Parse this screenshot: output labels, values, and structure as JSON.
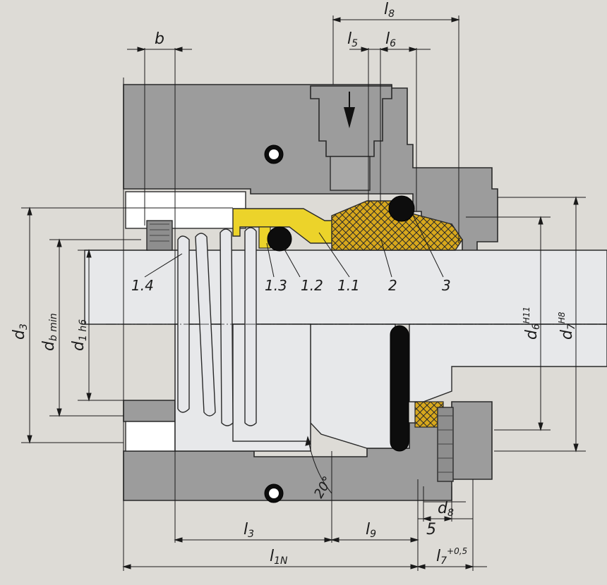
{
  "colors": {
    "background": "#dddbd6",
    "housing": "#9c9c9c",
    "seal_face": "#ecd32a",
    "o_ring": "#0d0d0d",
    "shaft": "#e7e8ea"
  },
  "labels": {
    "b": "b",
    "l8": "l",
    "l8_sub": "8",
    "l5": "l",
    "l5_sub": "5",
    "l6": "l",
    "l6_sub": "6",
    "d3": "d",
    "d3_sub": "3",
    "db": "d",
    "db_sub": "b min",
    "d1": "d",
    "d1_sub": "1 h6",
    "d6": "d",
    "d6_sub": "6",
    "d6_tol": "H11",
    "d7": "d",
    "d7_sub": "7",
    "d7_tol": "H8",
    "d8": "d",
    "d8_sub": "8",
    "l3": "l",
    "l3_sub": "3",
    "l9": "l",
    "l9_sub": "9",
    "five": "5",
    "l1n": "l",
    "l1n_sub": "1N",
    "l7": "l",
    "l7_sub": "7",
    "l7_tol": "+0,5",
    "angle": "20°"
  },
  "parts": {
    "p14": "1.4",
    "p13": "1.3",
    "p12": "1.2",
    "p11": "1.1",
    "p2": "2",
    "p3": "3"
  }
}
